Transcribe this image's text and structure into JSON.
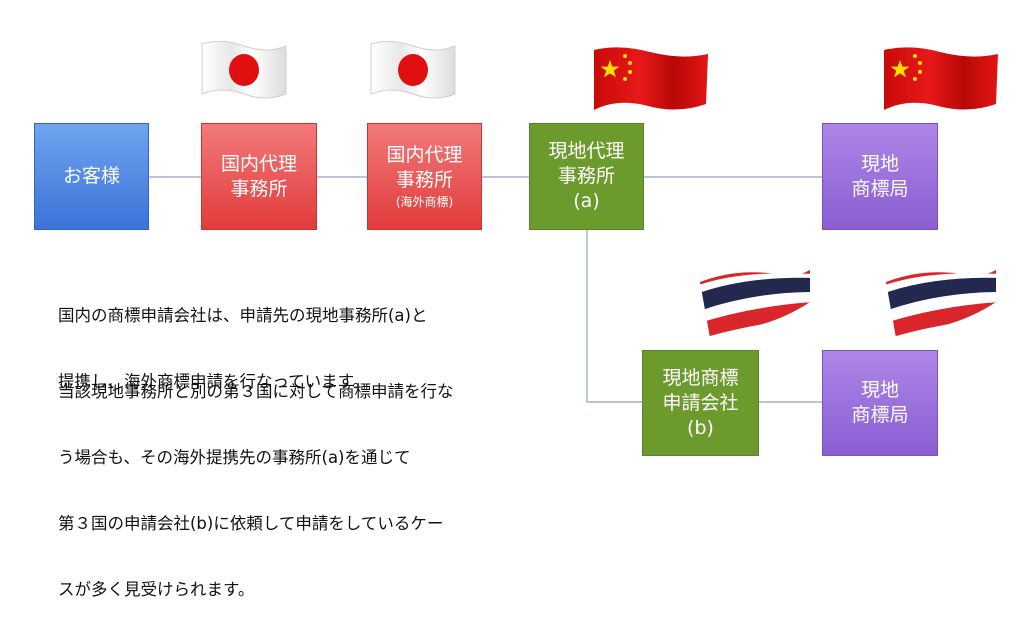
{
  "boxes": {
    "customer": {
      "lines": [
        "お客様"
      ]
    },
    "domestic_agent_1": {
      "lines": [
        "国内代理",
        "事務所"
      ]
    },
    "domestic_agent_2": {
      "lines": [
        "国内代理",
        "事務所"
      ],
      "note": "(海外商標)"
    },
    "local_agent": {
      "lines": [
        "現地代理",
        "事務所",
        "(a)"
      ]
    },
    "local_office_1": {
      "lines": [
        "現地",
        "商標局"
      ]
    },
    "local_applicant": {
      "lines": [
        "現地商標",
        "申請会社",
        "(b)"
      ]
    },
    "local_office_2": {
      "lines": [
        "現地",
        "商標局"
      ]
    }
  },
  "flags": {
    "japan_1": "japan-flag-icon",
    "japan_2": "japan-flag-icon",
    "china_1": "china-flag-icon",
    "china_2": "china-flag-icon",
    "thailand_1": "thailand-flag-icon",
    "thailand_2": "thailand-flag-icon"
  },
  "colors": {
    "blue": "#4a82e0",
    "red": "#e64a4a",
    "green": "#6d9a2c",
    "purple": "#9a6edb",
    "connector": "#8fa4c4"
  },
  "text": {
    "paragraph1": [
      "国内の商標申請会社は、申請先の現地事務所(a)と",
      "提携し、海外商標申請を行なっています。"
    ],
    "paragraph2": [
      "当該現地事務所と別の第３国に対して商標申請を行な",
      "う場合も、その海外提携先の事務所(a)を通じて",
      "第３国の申請会社(b)に依頼して申請をしているケー",
      "スが多く見受けられます。"
    ]
  }
}
